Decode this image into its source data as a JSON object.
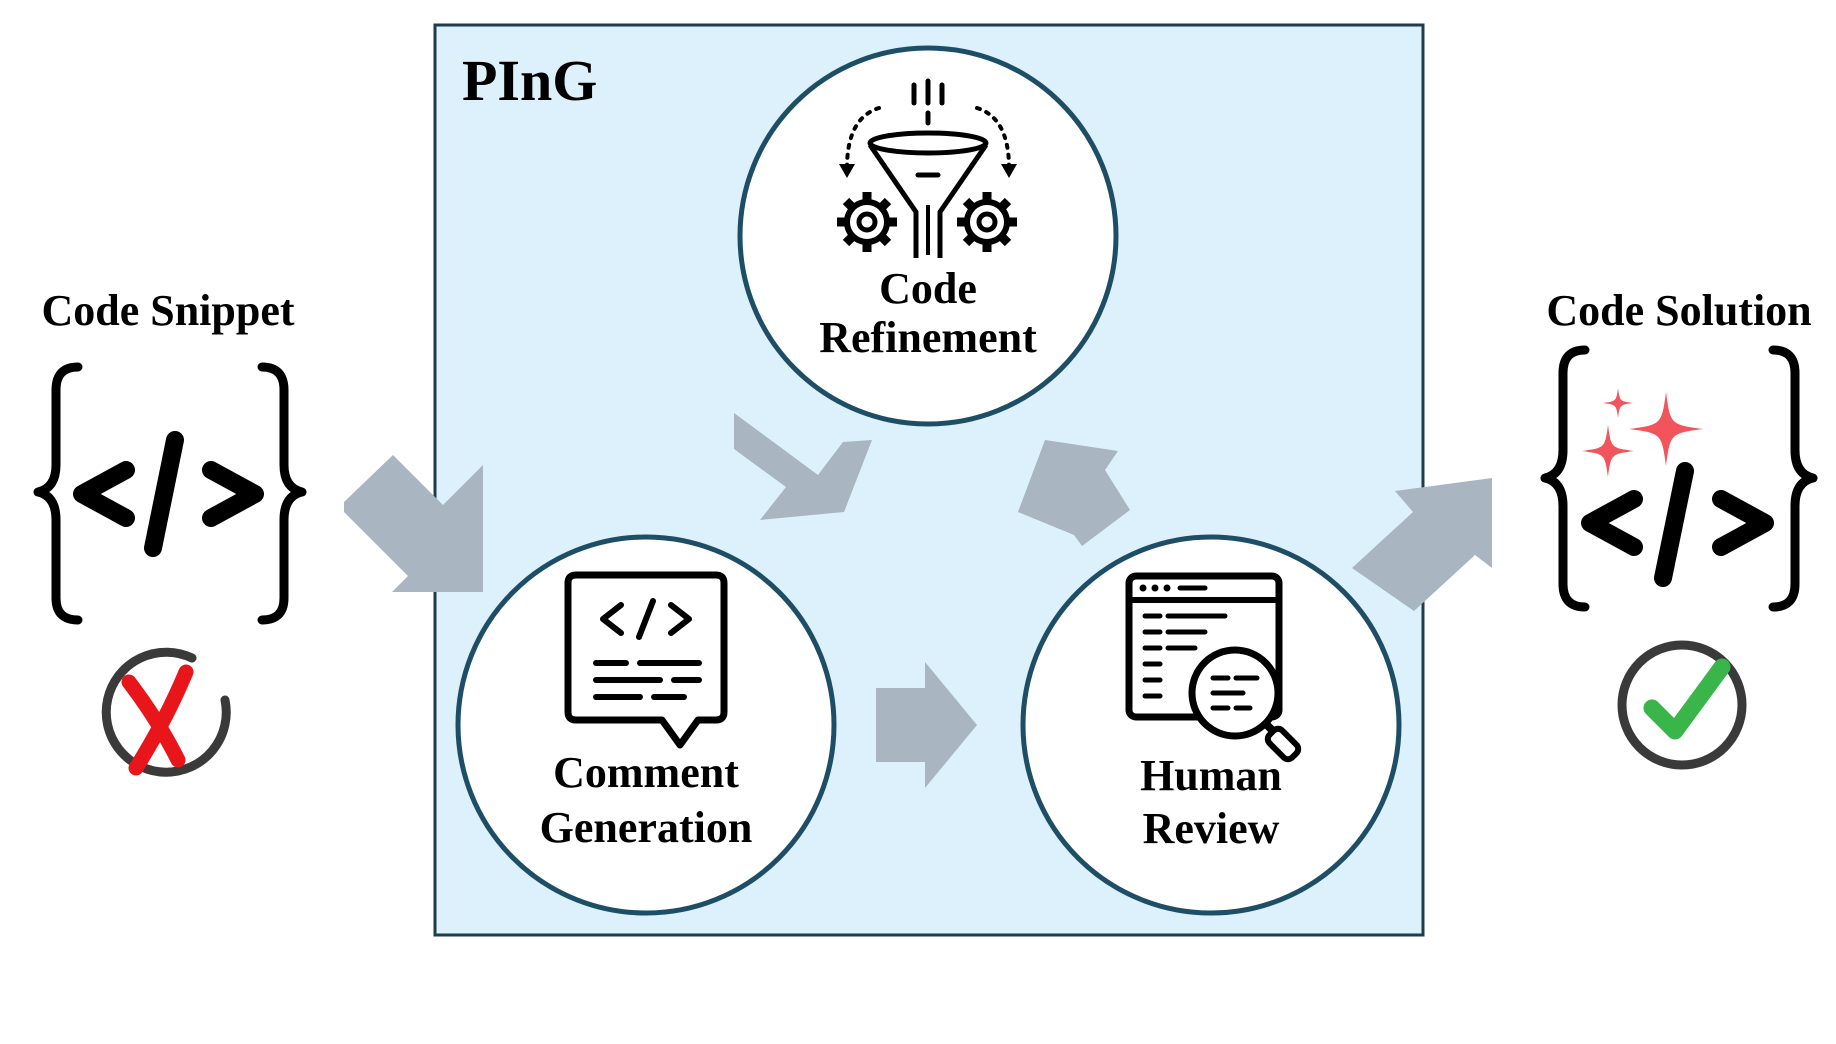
{
  "framework": {
    "title": "PInG"
  },
  "input": {
    "label": "Code Snippet",
    "status": "incorrect"
  },
  "output": {
    "label": "Code Solution",
    "status": "correct"
  },
  "nodes": {
    "refinement": {
      "line1": "Code",
      "line2": "Refinement",
      "icon": "funnel-gears-icon"
    },
    "comment": {
      "line1": "Comment",
      "line2": "Generation",
      "icon": "code-chat-icon"
    },
    "review": {
      "line1": "Human",
      "line2": "Review",
      "icon": "code-magnifier-icon"
    }
  },
  "colors": {
    "panel_fill": "#dcf1fb",
    "panel_stroke": "#1f3c4c",
    "circle_stroke": "#1d4e66",
    "arrow": "#a9b5c0",
    "cross": "#e8151b",
    "check": "#3ab54a",
    "sparkle": "#f2545b"
  }
}
